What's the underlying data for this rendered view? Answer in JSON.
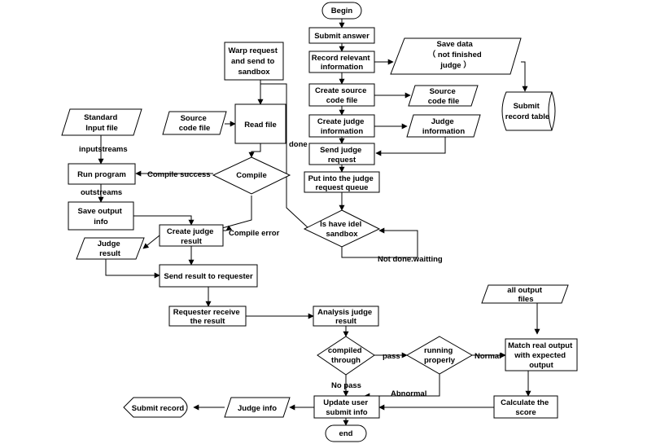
{
  "nodes": {
    "begin": {
      "label": "Begin"
    },
    "submit_answer": {
      "label": "Submit answer"
    },
    "record_info": {
      "lines": [
        "Record relevant",
        "information"
      ]
    },
    "save_data": {
      "lines": [
        "Save data",
        "（ not finished",
        "judge ）"
      ]
    },
    "submit_record_table": {
      "lines": [
        "Submit",
        "record table"
      ]
    },
    "create_source": {
      "lines": [
        "Create source",
        "code file"
      ]
    },
    "source_file_right": {
      "lines": [
        "Source",
        "code file"
      ]
    },
    "create_judge_info": {
      "lines": [
        "Create judge",
        "information"
      ]
    },
    "judge_info_io": {
      "lines": [
        "Judge",
        "information"
      ]
    },
    "send_judge_request": {
      "lines": [
        "Send judge",
        "request"
      ]
    },
    "put_queue": {
      "lines": [
        "Put into the judge",
        "request queue"
      ]
    },
    "idle_sandbox": {
      "lines": [
        "Is have idel",
        "sandbox"
      ]
    },
    "warp_request": {
      "lines": [
        "Warp request",
        "and send to",
        "sandbox"
      ]
    },
    "source_file_left": {
      "lines": [
        "Source",
        "code file"
      ]
    },
    "read_file": {
      "label": "Read file"
    },
    "compile": {
      "label": "Compile"
    },
    "standard_input": {
      "lines": [
        "Standard",
        "Input file"
      ]
    },
    "run_program": {
      "label": "Run program"
    },
    "save_output": {
      "lines": [
        "Save output",
        "info"
      ]
    },
    "create_judge_result": {
      "lines": [
        "Create judge",
        "result"
      ]
    },
    "judge_result_io": {
      "lines": [
        "Judge",
        "result"
      ]
    },
    "send_result": {
      "label": "Send result to requester"
    },
    "requester_receive": {
      "lines": [
        "Requester receive",
        "the result"
      ]
    },
    "analysis_result": {
      "lines": [
        "Analysis judge",
        "result"
      ]
    },
    "compiled_through": {
      "lines": [
        "compiled",
        "through"
      ]
    },
    "running_properly": {
      "lines": [
        "running",
        "properly"
      ]
    },
    "all_output_files": {
      "lines": [
        "all output",
        "files"
      ]
    },
    "match_output": {
      "lines": [
        "Match real output",
        "with expected",
        "output"
      ]
    },
    "calculate_score": {
      "lines": [
        "Calculate the",
        "score"
      ]
    },
    "update_submit": {
      "lines": [
        "Update user",
        "submit info"
      ]
    },
    "judge_info_out": {
      "label": "Judge info"
    },
    "submit_record": {
      "label": "Submit record"
    },
    "end": {
      "label": "end"
    }
  },
  "edge_labels": {
    "done": "done",
    "compile_success": "Compile success",
    "compile_error": "Compile error",
    "inputstreams": "inputstreams",
    "outstreams": "outstreams",
    "not_done_waiting": "Not done.waitting",
    "pass": "pass",
    "normal": "Normal",
    "no_pass": "No pass",
    "abnormal": "Abnormal"
  }
}
